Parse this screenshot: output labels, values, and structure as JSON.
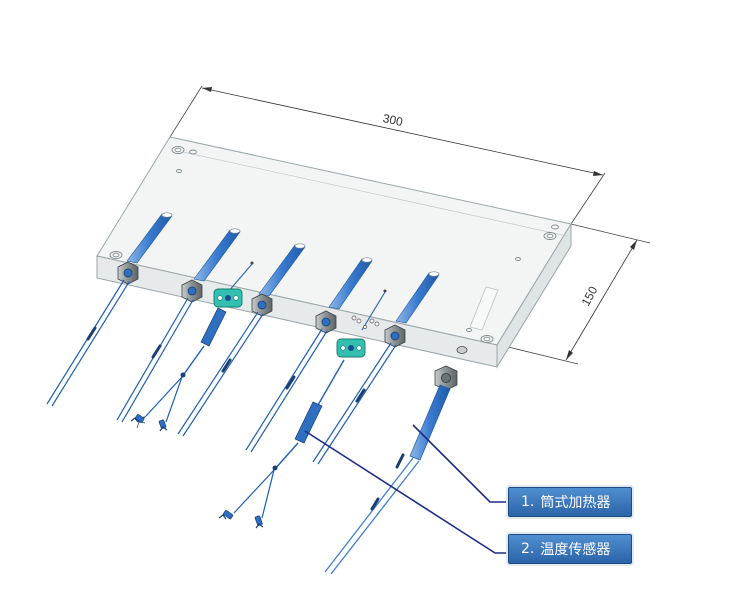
{
  "dimensions": {
    "length": "300",
    "width": "150"
  },
  "callouts": [
    {
      "number": "1.",
      "label": "筒式加热器"
    },
    {
      "number": "2.",
      "label": "温度传感器"
    }
  ],
  "colors": {
    "plate_fill": "#eef1f1",
    "plate_edge": "#9aa6aa",
    "heater_blue": "#2f6fc0",
    "cable_blue": "#1f5fb5",
    "fitting_gray": "#7e8587",
    "sensor_block": "#34c0b0",
    "callout_line": "#1d2b8a",
    "callout_fill": "#3a78be"
  }
}
